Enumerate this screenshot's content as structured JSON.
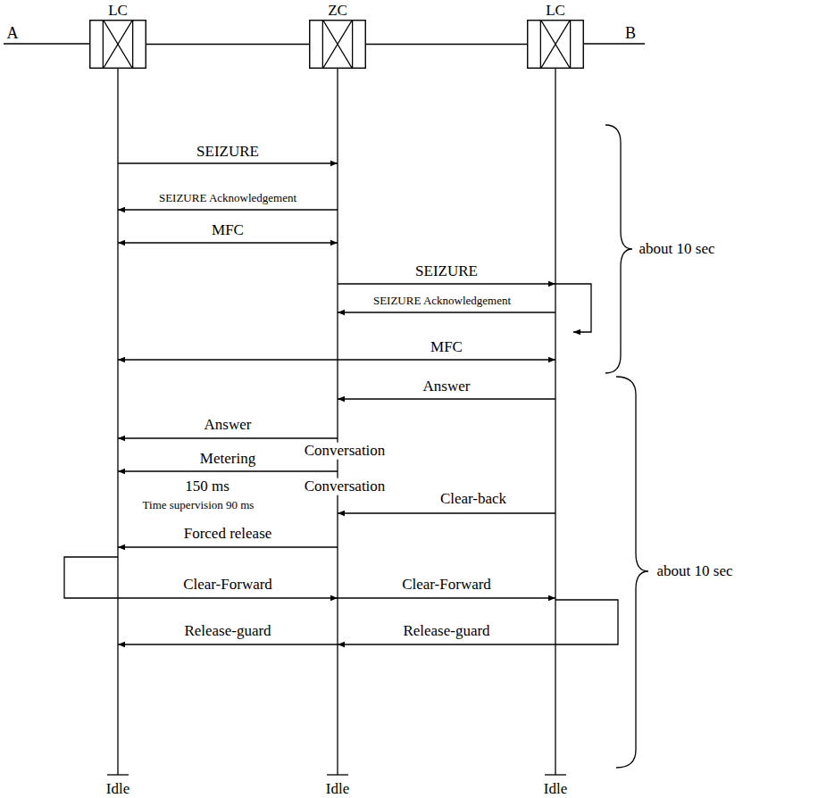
{
  "diagram": {
    "nodes": [
      {
        "text": [
          "LC"
        ]
      },
      {
        "text": [
          "ZC"
        ]
      },
      {
        "text": [
          "LC"
        ]
      }
    ],
    "edges": [
      {
        "from": 0,
        "to": 1,
        "arrow": "none"
      },
      {
        "from": 1,
        "to": 2,
        "arrow": "none"
      }
    ],
    "labels": [
      "A",
      "B",
      "SEIZURE",
      "SEIZURE Acknowledgement",
      "MFC",
      "SEIZURE",
      "SEIZURE Acknowledgement",
      "MFC",
      "Answer",
      "Answer",
      "Conversation",
      "Metering",
      "150 ms",
      "Conversation",
      "Time supervision 90 ms",
      "Clear-back",
      "Forced release",
      "Clear-Forward",
      "Clear-Forward",
      "Release-guard",
      "Release-guard",
      "Idle",
      "Idle",
      "Idle",
      "about 10 sec",
      "about 10 sec"
    ]
  }
}
